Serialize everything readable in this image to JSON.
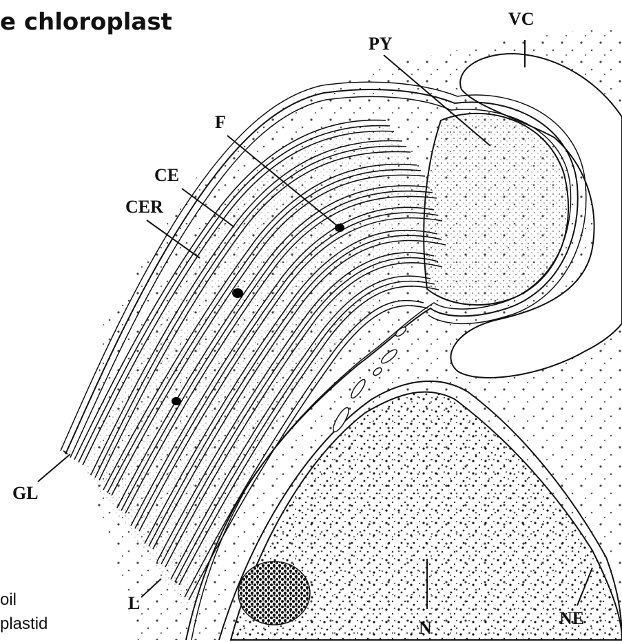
{
  "title": "e chloroplast",
  "bottom_text": [
    "oil",
    "plastid"
  ],
  "labels": {
    "vc": "VC",
    "py": "PY",
    "f": "F",
    "ce": "CE",
    "cer": "CER",
    "gl": "GL",
    "l": "L",
    "n": "N",
    "ne": "NE"
  }
}
